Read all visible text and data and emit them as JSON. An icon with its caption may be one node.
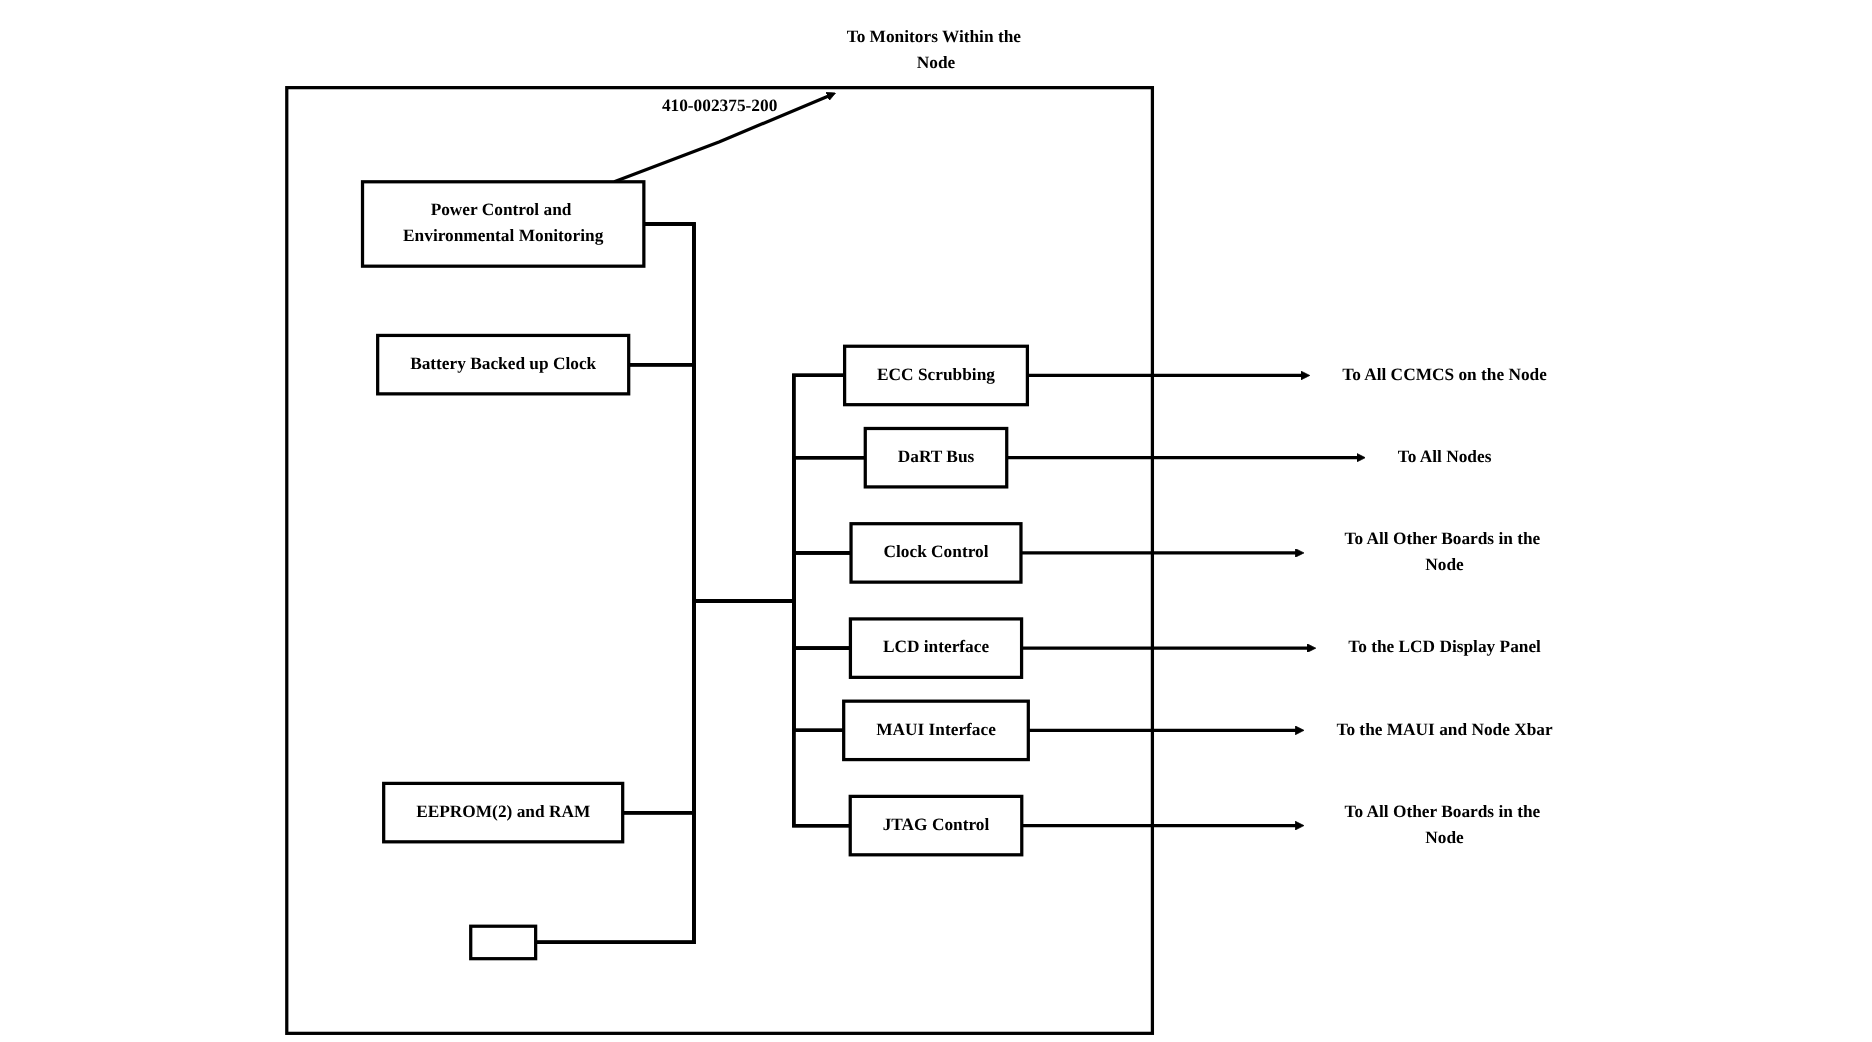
{
  "diagram": {
    "nodes": [
      {
        "text": [
          "410-002375-200"
        ]
      },
      {
        "text": [
          "Power Control and Environmental Monitoring"
        ],
        "in": 0
      },
      {
        "text": [
          "Battery Backed up Clock"
        ],
        "in": 0
      },
      {
        "text": [
          "EEPROM(2) and RAM"
        ],
        "in": 0
      },
      {
        "text": [],
        "shape": "box",
        "in": 0
      },
      {
        "text": [
          "ECC Scrubbing"
        ],
        "in": 0
      },
      {
        "text": [
          "DaRT Bus"
        ],
        "in": 0
      },
      {
        "text": [
          "Clock Control"
        ],
        "in": 0
      },
      {
        "text": [
          "LCD interface"
        ],
        "in": 0
      },
      {
        "text": [
          "MAUI Interface"
        ],
        "in": 0
      },
      {
        "text": [
          "JTAG Control"
        ],
        "in": 0
      },
      {
        "text": [
          "To Monitors Within the Node"
        ]
      },
      {
        "text": [
          "To All CCMCS on the Node"
        ]
      },
      {
        "text": [
          "To All Nodes"
        ]
      },
      {
        "text": [
          "To All Other Boards in the Node"
        ]
      },
      {
        "text": [
          "To the LCD Display Panel"
        ]
      },
      {
        "text": [
          "To the MAUI and Node Xbar"
        ]
      },
      {
        "text": [
          "To All Other Boards in the Node"
        ]
      }
    ],
    "edges": [
      {
        "from": 1,
        "to": 11,
        "arrow": "to"
      },
      {
        "from": 5,
        "to": 12,
        "arrow": "to"
      },
      {
        "from": 6,
        "to": 13,
        "arrow": "to"
      },
      {
        "from": 7,
        "to": 14,
        "arrow": "to"
      },
      {
        "from": 8,
        "to": 15,
        "arrow": "to"
      },
      {
        "from": 9,
        "to": 16,
        "arrow": "to"
      },
      {
        "from": 10,
        "to": 17,
        "arrow": "to"
      },
      {
        "from": 1,
        "to": 5,
        "arrow": "none"
      },
      {
        "from": 1,
        "to": 6,
        "arrow": "none"
      },
      {
        "from": 1,
        "to": 7,
        "arrow": "none"
      },
      {
        "from": 1,
        "to": 8,
        "arrow": "none"
      },
      {
        "from": 1,
        "to": 9,
        "arrow": "none"
      },
      {
        "from": 1,
        "to": 10,
        "arrow": "none"
      },
      {
        "from": 2,
        "to": 5,
        "arrow": "none"
      },
      {
        "from": 2,
        "to": 6,
        "arrow": "none"
      },
      {
        "from": 2,
        "to": 7,
        "arrow": "none"
      },
      {
        "from": 2,
        "to": 8,
        "arrow": "none"
      },
      {
        "from": 2,
        "to": 9,
        "arrow": "none"
      },
      {
        "from": 2,
        "to": 10,
        "arrow": "none"
      },
      {
        "from": 3,
        "to": 5,
        "arrow": "none"
      },
      {
        "from": 3,
        "to": 6,
        "arrow": "none"
      },
      {
        "from": 3,
        "to": 7,
        "arrow": "none"
      },
      {
        "from": 3,
        "to": 8,
        "arrow": "none"
      },
      {
        "from": 3,
        "to": 9,
        "arrow": "none"
      },
      {
        "from": 3,
        "to": 10,
        "arrow": "none"
      },
      {
        "from": 4,
        "to": 5,
        "arrow": "none"
      },
      {
        "from": 4,
        "to": 6,
        "arrow": "none"
      },
      {
        "from": 4,
        "to": 7,
        "arrow": "none"
      },
      {
        "from": 4,
        "to": 8,
        "arrow": "none"
      },
      {
        "from": 4,
        "to": 9,
        "arrow": "none"
      },
      {
        "from": 4,
        "to": 10,
        "arrow": "none"
      }
    ]
  }
}
